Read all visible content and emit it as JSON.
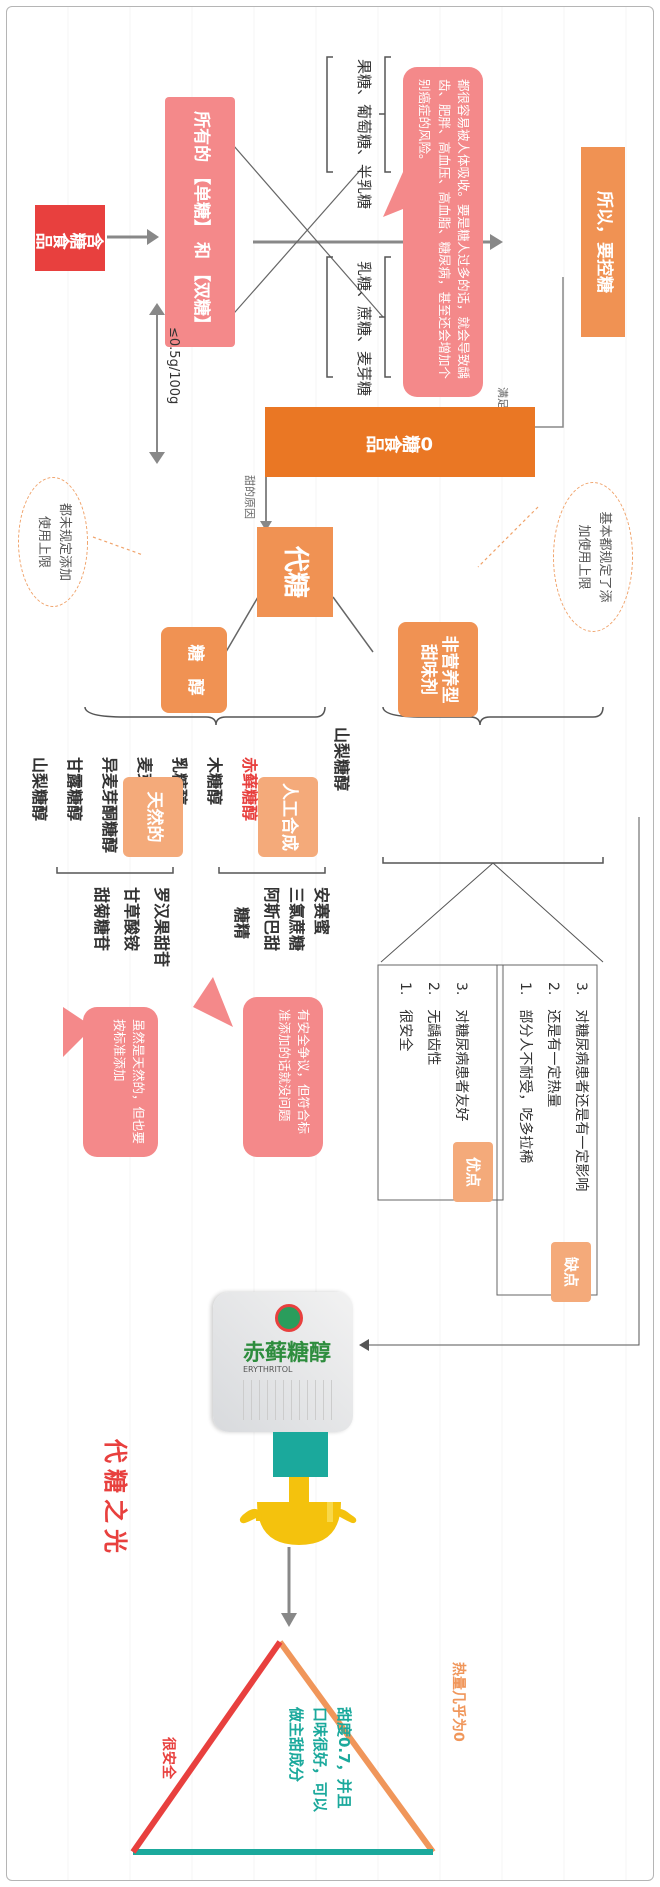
{
  "header": {
    "sugar_food": "含糖食品",
    "all_sugars_line1": "所有的",
    "single": "单糖",
    "and": "和",
    "double": "双糖",
    "single_items": "果糖、葡萄糖、半乳糖",
    "double_items": "乳糖、蔗糖、麦芽糖",
    "threshold": "≤0.5g/100g",
    "warning": "都很容易被人体吸收。要是糖人过多的话，就会导致龋齿、肥胖、高血压、高血脂、糖尿病，甚至还会增加个别癌症的风险。",
    "control": "所以，要控糖"
  },
  "center": {
    "zero_sugar": "0糖食品",
    "satisfy_need": "满足需求",
    "sweet_reason": "甜的原因",
    "sugar_sub": "代糖"
  },
  "notes": {
    "alcohol_note": "都未规定添加使用上限",
    "sweetener_note": "基本都规定了添加使用上限"
  },
  "alcohols": {
    "label": "糖　醇",
    "items": [
      "山梨糖醇",
      "甘露糖醇",
      "异麦芽酮糖醇",
      "麦芽糖醇",
      "乳糖醇",
      "木糖醇",
      "赤藓糖醇"
    ],
    "highlight_color": "#e8403e"
  },
  "sweeteners": {
    "label": "非营养型甜味剂",
    "natural": "天然的",
    "artificial": "人工合成",
    "natural_items": [
      "甜菊糖苷",
      "甘草酸铵",
      "罗汉果甜苷"
    ],
    "artificial_items": [
      "糖精",
      "阿斯巴甜",
      "三氯蔗糖",
      "安赛蜜"
    ],
    "natural_bubble": "虽然是天然的，但也要按标准添加",
    "artificial_bubble": "有安全争议，但符合标准添加的话就没问题"
  },
  "pros": {
    "label": "优点",
    "items": [
      "1.　很安全",
      "2.　无龋齿性",
      "3.　对糖尿病患者友好"
    ]
  },
  "cons": {
    "label": "缺点",
    "items": [
      "1.　部分人不耐受，吃多拉稀",
      "2.　还是有一定热量",
      "3.　对糖尿病患者还是有一定影响"
    ]
  },
  "product": {
    "bag_title": "赤藓糖醇",
    "bag_small": "ERYTHRITOL",
    "light": "代糖之光"
  },
  "triangle": {
    "left": "很安全",
    "top": "热量几乎为0",
    "right_line1": "甜度0.7，并且",
    "right_line2": "口味很好，可以",
    "right_line3": "做主甜成分"
  },
  "colors": {
    "orange_dark": "#ea7724",
    "orange_mid": "#f09253",
    "orange_light": "#f4aa7a",
    "pink": "#f4898a",
    "red": "#e8403e",
    "teal": "#1ba99c",
    "gold": "#f4c20d",
    "tri_orange": "#f0965a"
  }
}
